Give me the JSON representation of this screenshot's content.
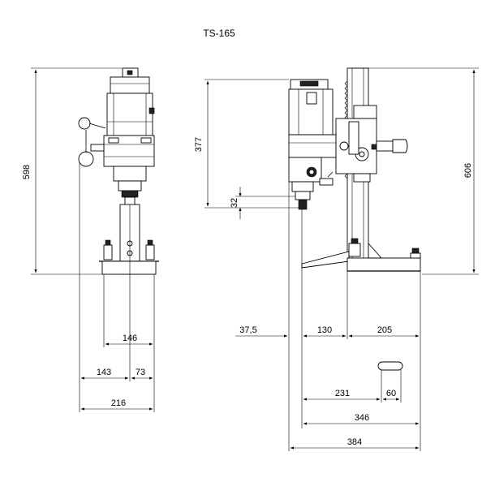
{
  "title": "TS-165",
  "dimensions": {
    "front_height": "598",
    "front_base_width": "146",
    "front_left_offset": "143",
    "front_right_offset": "73",
    "front_total_width": "216",
    "side_stroke": "377",
    "side_spindle": "32",
    "side_total_height": "606",
    "side_left_offset": "37,5",
    "side_motor_to_column": "130",
    "side_column_to_end": "205",
    "side_base_length": "231",
    "side_handle_width": "60",
    "side_base_total": "346",
    "side_overall_length": "384"
  }
}
